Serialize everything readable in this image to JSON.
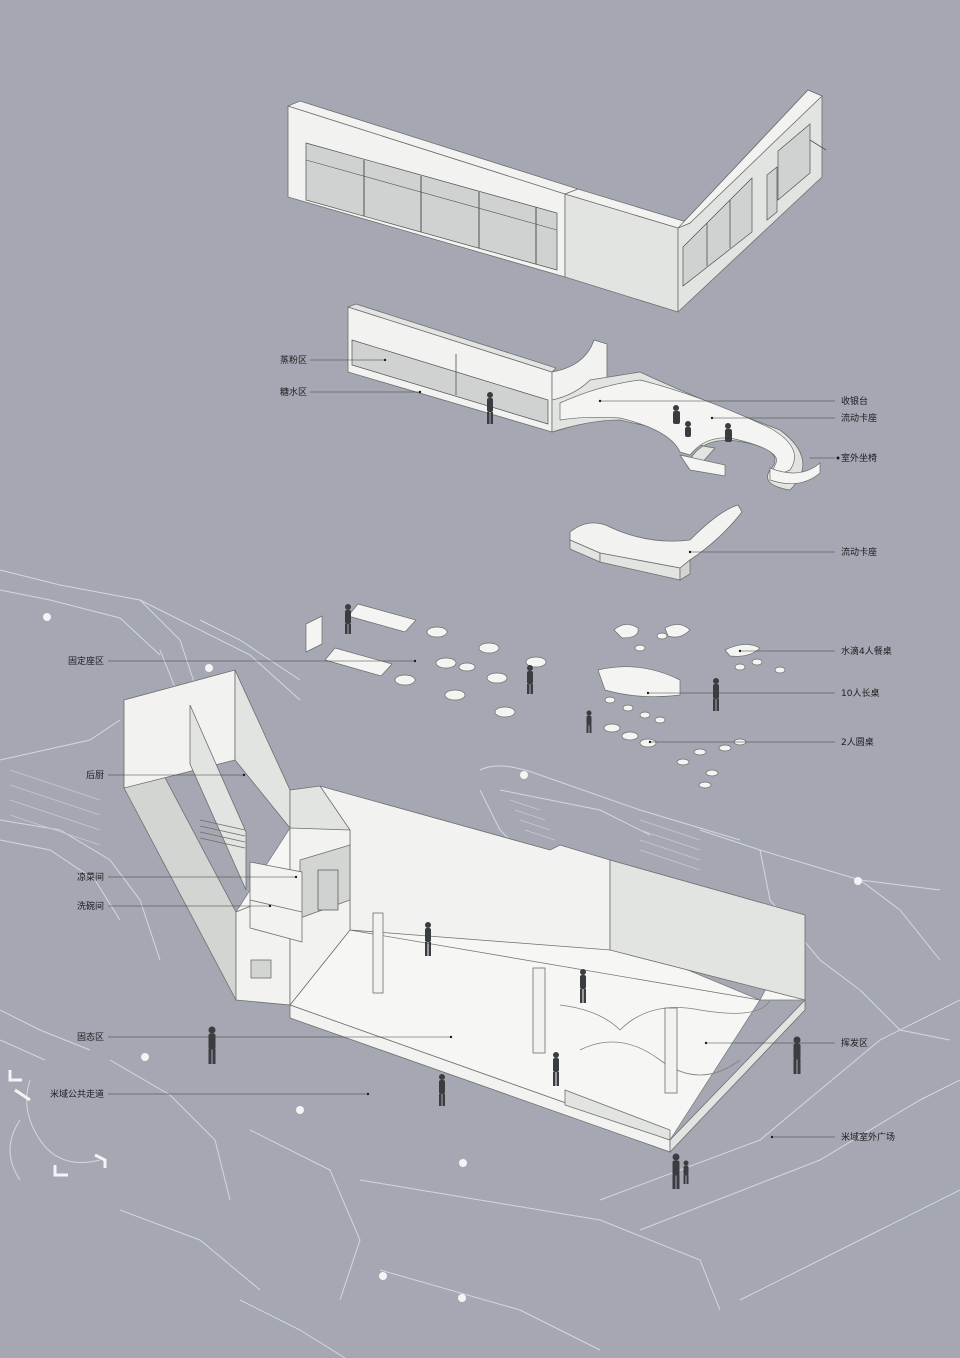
{
  "labels": {
    "yanfen": "蒸粉区",
    "tangshui": "糖水区",
    "shouyin": "收银台",
    "kazuo1": "流动卡座",
    "shiwai_zuoyi": "室外坐椅",
    "kazuo2": "流动卡座",
    "guding": "固定座区",
    "shuidi": "水滴4人餐桌",
    "changzhuo": "10人长桌",
    "yuanzhuo": "2人圆桌",
    "houchu": "后厨",
    "liangcai": "凉菜间",
    "xiwan": "洗碗间",
    "gutai": "固态区",
    "huifa": "挥发区",
    "zoudao": "米域公共走道",
    "guangchang": "米域室外广场"
  },
  "colors": {
    "background": "#a5a8b2",
    "wall_light": "#f2f3f1",
    "wall_mid": "#e2e4e1",
    "wall_dark": "#d2d5d2",
    "figure": "#3a3d40",
    "label_text": "#1c1c1c",
    "ghost_plan_lines": "#d4d7de"
  }
}
